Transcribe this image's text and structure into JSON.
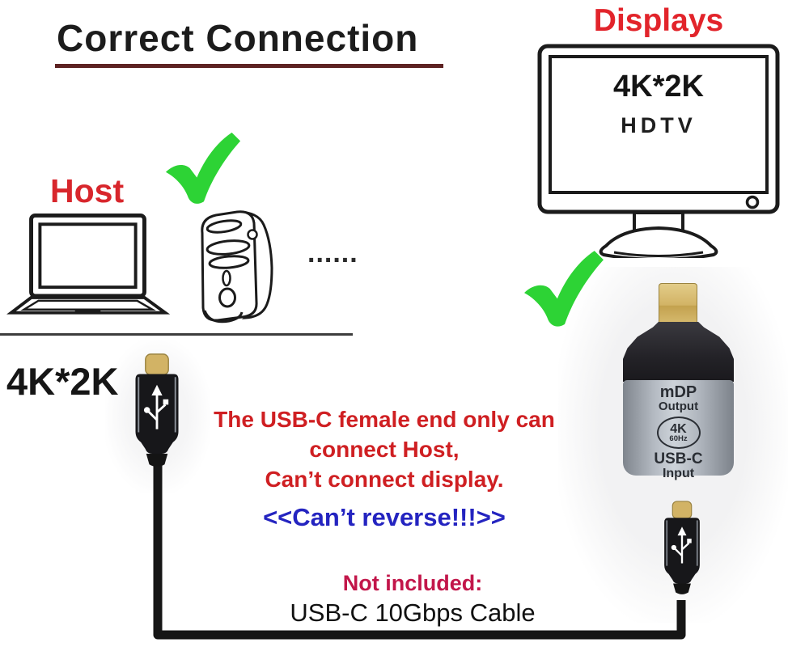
{
  "title": {
    "text": "Correct Connection"
  },
  "displays": {
    "label": "Displays",
    "monitor": {
      "resolution": "4K*2K",
      "type": "HDTV"
    }
  },
  "host": {
    "label": "Host",
    "ellipsis": "......",
    "resolution": "4K*2K"
  },
  "adapter": {
    "port_top": "mDP",
    "port_top_sub": "Output",
    "badge_resolution": "4K",
    "badge_refresh": "60Hz",
    "port_bottom": "USB-C",
    "port_bottom_sub": "Input"
  },
  "notes": {
    "warning_line1": "The USB-C female end only can",
    "warning_line2": "connect Host,",
    "warning_line3": "Can’t connect display.",
    "reverse": "<<Can’t reverse!!!>>",
    "not_included": "Not included:",
    "cable": "USB-C 10Gbps Cable"
  },
  "colors": {
    "heading_red": "#e2242b",
    "host_red": "#d8262c",
    "warning_red": "#cf1f22",
    "note_blue": "#2424c0",
    "not_included_crimson": "#c2164a",
    "title_underline_maroon": "#5d2222",
    "check_green": "#2dd335",
    "cable_black": "#161616",
    "adapter_gray": "#b4bac2",
    "connector_gold": "#d2b365"
  }
}
